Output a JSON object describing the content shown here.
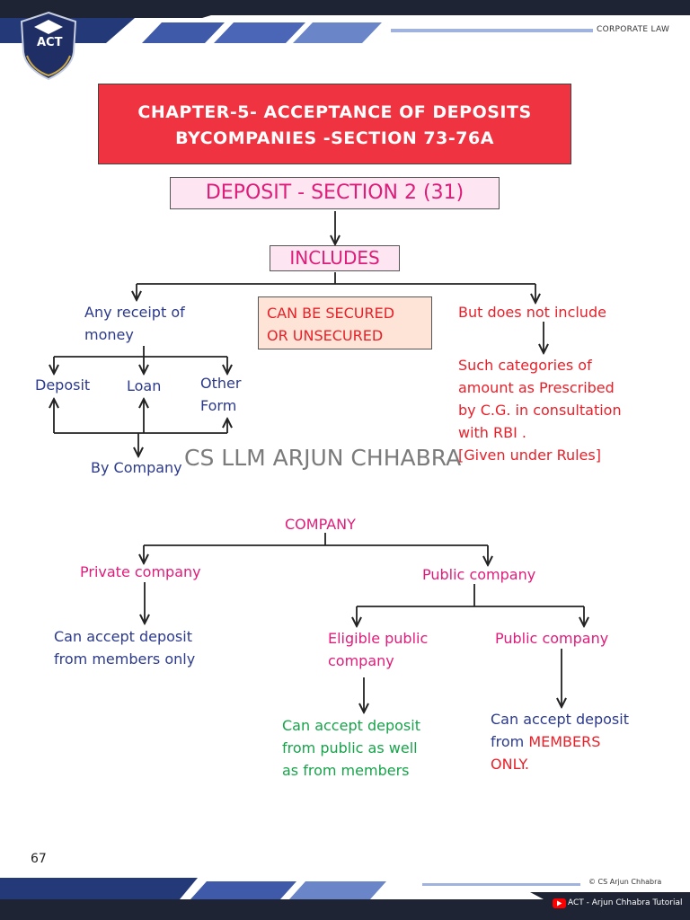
{
  "header": {
    "logo_text": "ACT",
    "section_label": "CORPORATE LAW"
  },
  "title": {
    "line1": "CHAPTER-5- ACCEPTANCE OF DEPOSITS",
    "line2": "BYCOMPANIES -SECTION 73-76A"
  },
  "deposit": {
    "heading": "DEPOSIT  - SECTION 2 (31)",
    "includes": "INCLUDES",
    "any_receipt": [
      "Any  receipt  of",
      "money"
    ],
    "forms": {
      "deposit": "Deposit",
      "loan": "Loan",
      "other": [
        "Other",
        "Form"
      ]
    },
    "by_company": "By Company",
    "secured": [
      "CAN BE  SECURED",
      "OR  UNSECURED"
    ],
    "not_include": "But does not  include",
    "exclusions": [
      "Such  categories of",
      "amount  as Prescribed",
      "by C.G. in consultation",
      "with  RBI .",
      "[Given  under  Rules]"
    ]
  },
  "watermark": "CS LLM ARJUN CHHABRA",
  "company": {
    "heading": "COMPANY",
    "private": "Private  company",
    "private_rule": [
      "Can  accept  deposit",
      "from  members  only"
    ],
    "public": "Public company",
    "eligible": [
      "Eligible  public",
      "company"
    ],
    "eligible_rule": [
      "Can  accept  deposit",
      "from  public  as well",
      "as from  members"
    ],
    "public_other": "Public company",
    "public_other_rule_navy": [
      "Can accept  deposit",
      "from "
    ],
    "public_other_rule_red": [
      "MEMBERS",
      "ONLY."
    ]
  },
  "footer": {
    "page_number": "67",
    "copyright": "© CS Arjun Chhabra",
    "youtube": "ACT - Arjun Chhabra Tutorial"
  },
  "colors": {
    "navy": "#2c3a8c",
    "title_red": "#ef3340",
    "pink": "#e01c7a",
    "green": "#17a34a"
  }
}
